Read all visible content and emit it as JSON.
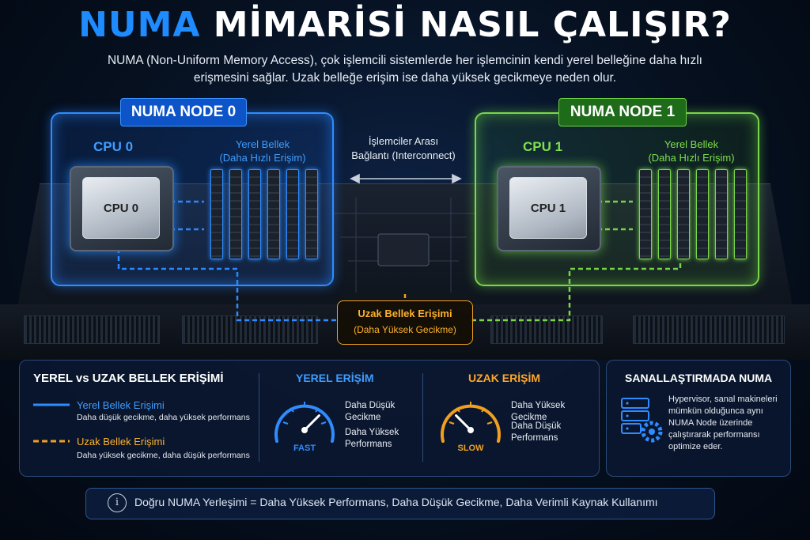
{
  "header": {
    "title_accent": "NUMA",
    "title_rest": " MİMARİSİ NASIL ÇALIŞIR?",
    "subtitle": "NUMA (Non-Uniform Memory Access), çok işlemcili sistemlerde her işlemcinin kendi yerel belleğine daha hızlı erişmesini sağlar. Uzak belleğe erişim ise daha yüksek gecikmeye neden olur."
  },
  "colors": {
    "local": "#2f8cff",
    "node1": "#7ad64a",
    "remote": "#f0a020",
    "accent": "#1e8bff"
  },
  "node0": {
    "label": "NUMA NODE 0",
    "cpu_title": "CPU 0",
    "chip_label": "CPU 0",
    "memory_title": "Yerel Bellek\n(Daha Hızlı Erişim)"
  },
  "node1": {
    "label": "NUMA NODE 1",
    "cpu_title": "CPU 1",
    "chip_label": "CPU 1",
    "memory_title": "Yerel Bellek\n(Daha Hızlı Erişim)"
  },
  "interconnect": {
    "label": "İşlemciler Arası\nBağlantı (Interconnect)"
  },
  "remote_access": {
    "title": "Uzak Bellek Erişimi",
    "subtitle": "(Daha Yüksek Gecikme)"
  },
  "legend": {
    "title": "YEREL vs UZAK BELLEK ERİŞİMİ",
    "local_name": "Yerel Bellek Erişimi",
    "local_desc": "Daha düşük gecikme, daha yüksek performans",
    "remote_name": "Uzak Bellek Erişimi",
    "remote_desc": "Daha yüksek gecikme, daha düşük performans"
  },
  "local_gauge": {
    "title": "YEREL ERİŞİM",
    "gauge_label": "FAST",
    "line1": "Daha Düşük\nGecikme",
    "line2": "Daha Yüksek\nPerformans",
    "level": 0.75
  },
  "remote_gauge": {
    "title": "UZAK ERİŞİM",
    "gauge_label": "SLOW",
    "line1": "Daha Yüksek Gecikme",
    "line2": "Daha Düşük\nPerformans",
    "level": 0.25
  },
  "virtualization": {
    "title": "SANALLAŞTIRMADA NUMA",
    "desc": "Hypervisor, sanal makineleri mümkün olduğunca aynı NUMA Node üzerinde çalıştırarak performansı optimize eder."
  },
  "footer": {
    "text": "Doğru NUMA Yerleşimi = Daha Yüksek Performans, Daha Düşük Gecikme, Daha Verimli Kaynak Kullanımı",
    "icon": "info-icon"
  }
}
